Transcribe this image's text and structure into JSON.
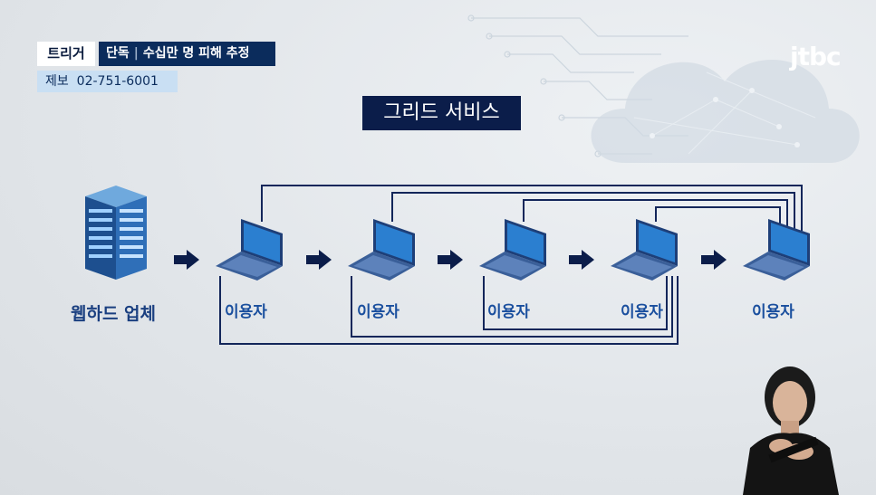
{
  "header": {
    "segment_tag": "트리거",
    "headline_left": "단독",
    "headline_right": "수십만 명 피해 추정",
    "tip_label": "제보",
    "tip_phone": "02-751-6001"
  },
  "broadcaster_logo": "jtbc",
  "diagram": {
    "title": "그리드 서비스",
    "source_label": "웹하드 업체",
    "users": [
      "이용자",
      "이용자",
      "이용자",
      "이용자",
      "이용자"
    ]
  },
  "icons": {
    "server": "server-rack-icon",
    "laptop": "laptop-icon",
    "arrow": "right-arrow-icon",
    "cloud": "cloud-network-icon"
  },
  "colors": {
    "navy": "#0b1d4a",
    "blue_label": "#1a4f9e",
    "laptop_screen": "#2b7fd0"
  }
}
